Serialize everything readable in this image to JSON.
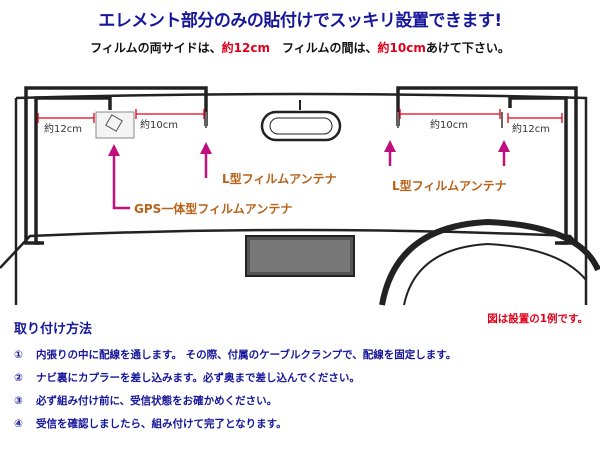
{
  "headline": "エレメント部分のみの貼付けでスッキリ設置できます!",
  "subline": {
    "part1": "フィルムの両サイドは、",
    "size1": "約12cm",
    "part2": "　フィルムの間は、",
    "size2": "約10cm",
    "part3": "あけて下さい。"
  },
  "dimensions": {
    "left_outer": "約12cm",
    "left_inner": "約10cm",
    "right_inner": "約10cm",
    "right_outer": "約12cm"
  },
  "labels": {
    "l_antenna_left": "L型フィルムアンテナ",
    "l_antenna_right": "L型フィルムアンテナ",
    "gps_antenna": "GPS一体型フィルムアンテナ"
  },
  "note": "図は設置の1例です。",
  "instructions": {
    "title": "取り付け方法",
    "steps": [
      {
        "num": "①",
        "text": "内張りの中に配線を通します。 その際、付属のケーブルクランプで、配線を固定します。"
      },
      {
        "num": "②",
        "text": "ナビ裏にカプラーを差し込みます。必ず奥まで差し込んでください。"
      },
      {
        "num": "③",
        "text": "必ず組み付け前に、受信状態をお確かめください。"
      },
      {
        "num": "④",
        "text": "受信を確認しましたら、組み付けて完了となります。"
      }
    ]
  },
  "colors": {
    "heading": "#16169a",
    "highlight": "#e0001a",
    "label": "#b8621a",
    "arrow": "#c01080",
    "outline": "#222222"
  }
}
